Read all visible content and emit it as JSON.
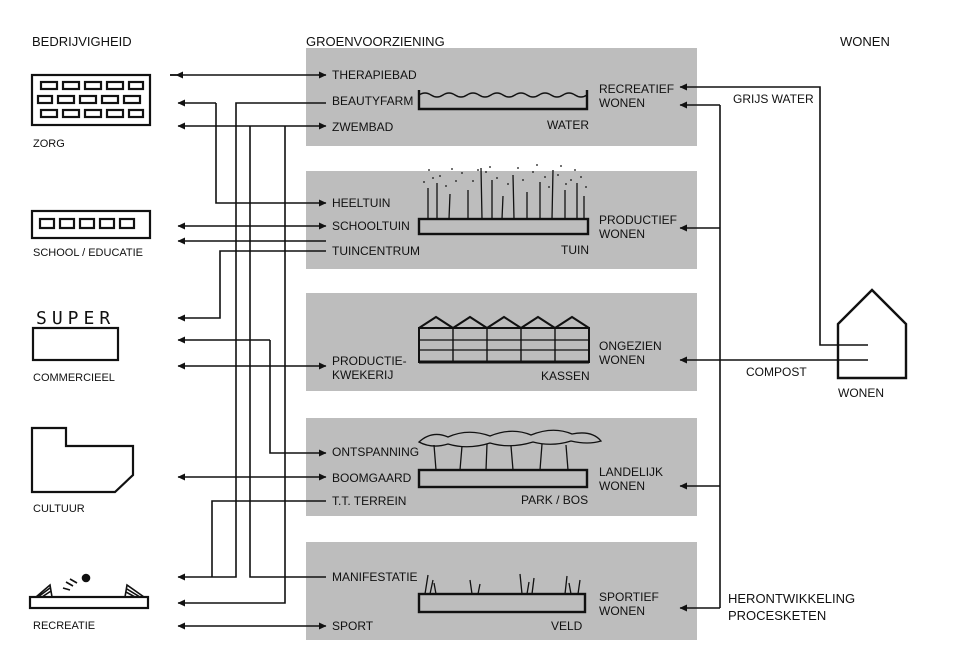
{
  "columns": {
    "left": "BEDRIJVIGHEID",
    "middle": "GROENVOORZIENING",
    "right": "WONEN"
  },
  "sectors": {
    "zorg": "ZORG",
    "school": "SCHOOL / EDUCATIE",
    "commercieel": "COMMERCIEEL",
    "cultuur": "CULTUUR",
    "recreatie": "RECREATIE",
    "super_sign": "SUPER"
  },
  "panels": {
    "water": {
      "items": [
        "THERAPIEBAD",
        "BEAUTYFARM",
        "ZWEMBAD"
      ],
      "caption": "WATER",
      "living": "RECREATIEF\nWONEN"
    },
    "tuin": {
      "items": [
        "HEELTUIN",
        "SCHOOLTUIN",
        "TUINCENTRUM"
      ],
      "caption": "TUIN",
      "living": "PRODUCTIEF\nWONEN"
    },
    "kassen": {
      "items": [
        "PRODUCTIE-\nKWEKERIJ"
      ],
      "caption": "KASSEN",
      "living": "ONGEZIEN\nWONEN"
    },
    "park": {
      "items": [
        "ONTSPANNING",
        "BOOMGAARD",
        "T.T. TERREIN"
      ],
      "caption": "PARK / BOS",
      "living": "LANDELIJK\nWONEN"
    },
    "veld": {
      "items": [
        "MANIFESTATIE",
        "SPORT"
      ],
      "caption": "VELD",
      "living": "SPORTIEF\nWONEN"
    }
  },
  "flows": {
    "grijs_water": "GRIJS WATER",
    "compost": "COMPOST",
    "house": "WONEN",
    "herontwikkeling": "HERONTWIKKELING\nPROCESKETEN"
  }
}
